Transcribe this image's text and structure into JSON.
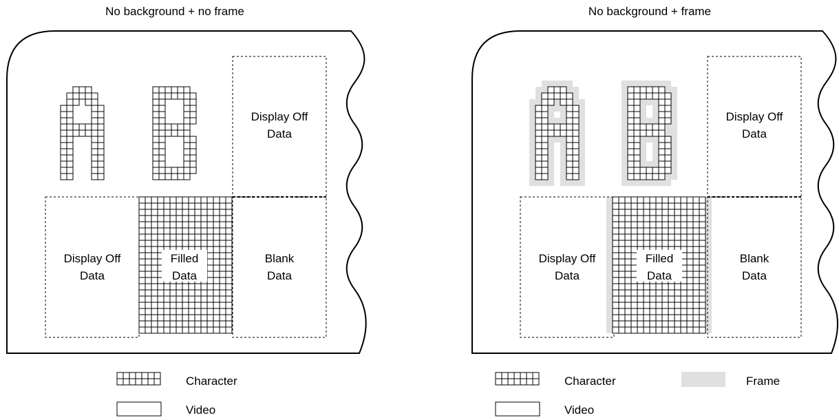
{
  "panels": [
    {
      "id": "left",
      "title": "No background + no frame",
      "letters": [
        "A",
        "B"
      ],
      "frame": false,
      "regions": {
        "top_right": [
          "Display Off",
          "Data"
        ],
        "bottom_left": [
          "Display Off",
          "Data"
        ],
        "bottom_middle": [
          "Filled",
          "Data"
        ],
        "bottom_right": [
          "Blank",
          "Data"
        ]
      }
    },
    {
      "id": "right",
      "title": "No background + frame",
      "letters": [
        "A",
        "B"
      ],
      "frame": true,
      "regions": {
        "top_right": [
          "Display Off",
          "Data"
        ],
        "bottom_left": [
          "Display Off",
          "Data"
        ],
        "bottom_middle": [
          "Filled",
          "Data"
        ],
        "bottom_right": [
          "Blank",
          "Data"
        ]
      }
    }
  ],
  "legend": {
    "character": "Character",
    "video": "Video",
    "frame": "Frame"
  },
  "colors": {
    "line": "#000000",
    "frame": "#e0e0e0",
    "background": "#ffffff"
  }
}
